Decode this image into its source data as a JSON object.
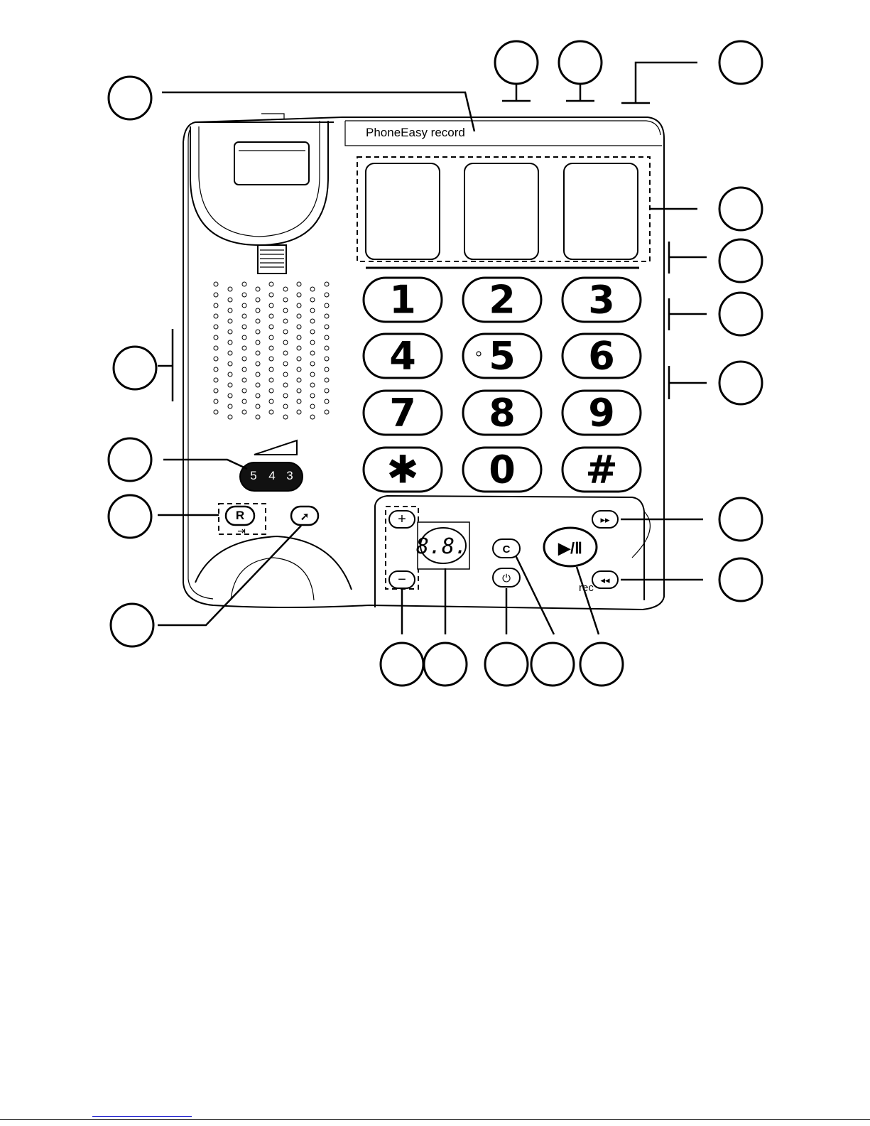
{
  "device": {
    "brand_label": "PhoneEasy record",
    "keypad": [
      "1",
      "2",
      "3",
      "4",
      "5",
      "6",
      "7",
      "8",
      "9",
      "✱",
      "0",
      "#"
    ],
    "ringer_dial": [
      "5",
      "4",
      "3"
    ],
    "r_key": "R",
    "display": "8.8.",
    "c_key": "C",
    "play_pause": "▶/Ⅱ",
    "fast_forward": "▸▸",
    "rewind": "◂◂",
    "rec_label": "rec",
    "plus": "+",
    "minus": "−"
  }
}
